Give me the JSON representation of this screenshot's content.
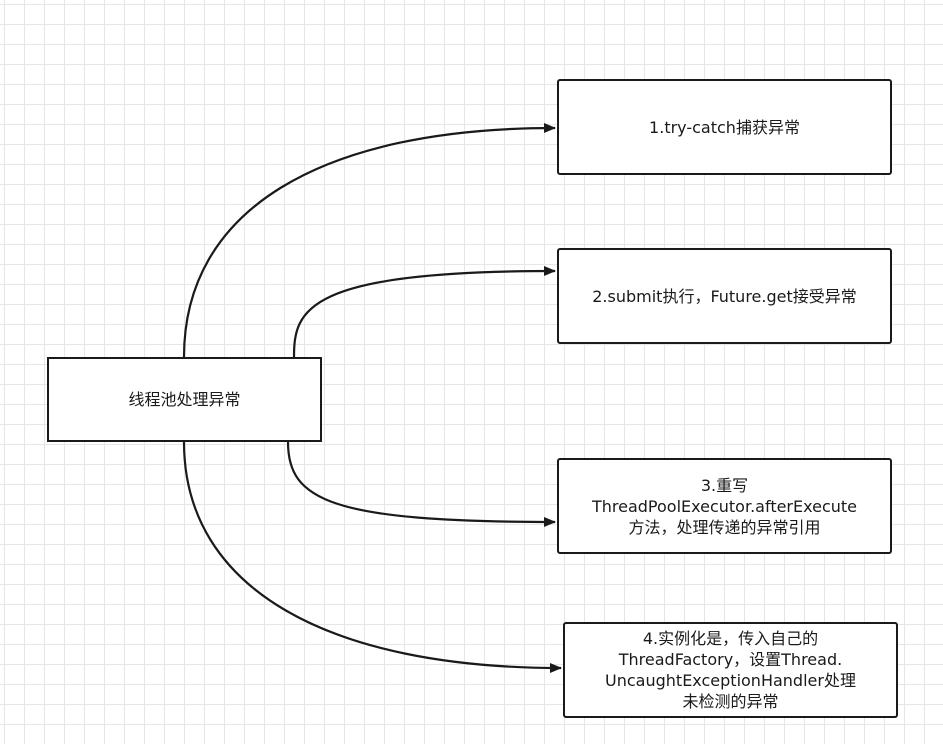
{
  "diagram": {
    "root": {
      "label": "线程池处理异常"
    },
    "branches": [
      {
        "label": "1.try-catch捕获异常"
      },
      {
        "label": "2.submit执行，Future.get接受异常"
      },
      {
        "label": "3.重写\nThreadPoolExecutor.afterExecute\n方法，处理传递的异常引用"
      },
      {
        "label": "4.实例化是，传入自己的\nThreadFactory，设置Thread.\nUncaughtExceptionHandler处理\n未检测的异常"
      }
    ],
    "connector_color": "#1a1a1a"
  }
}
